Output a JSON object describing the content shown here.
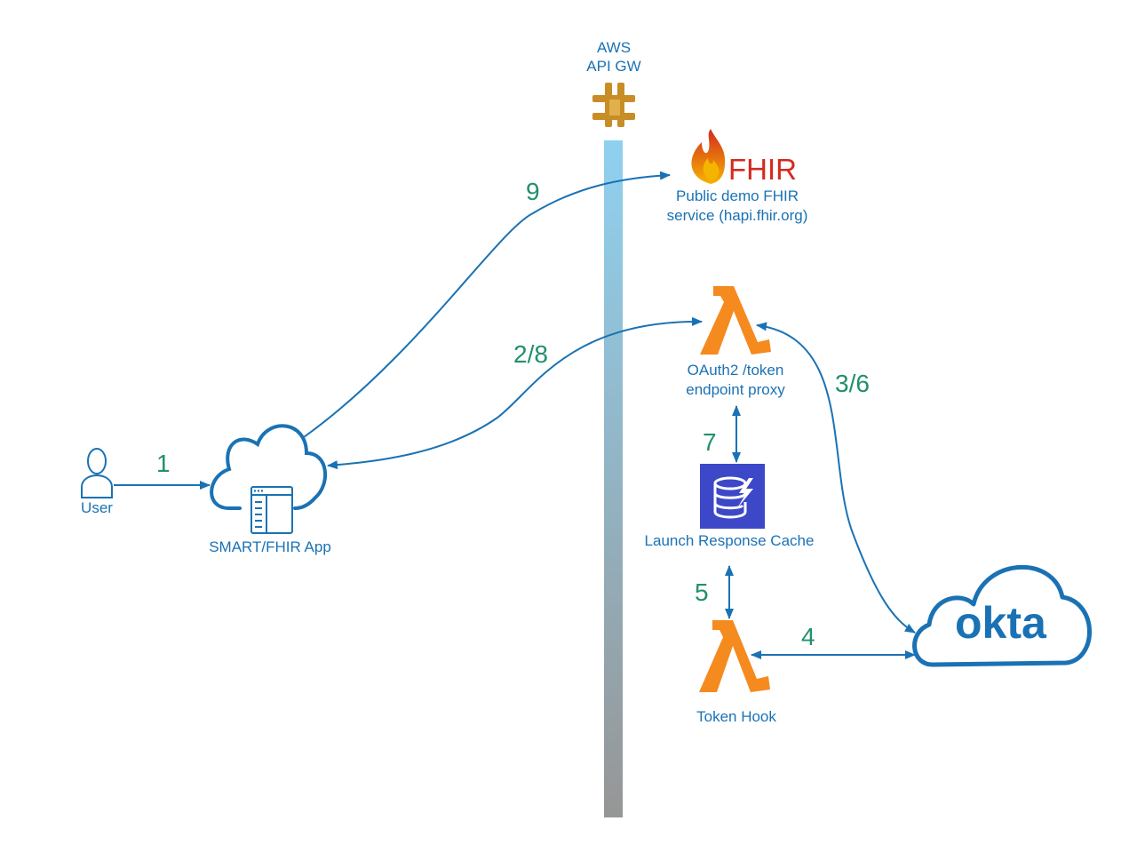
{
  "nodes": {
    "gateway": {
      "line1": "AWS",
      "line2": "API GW"
    },
    "fhir_service": {
      "logo_text": "FHIR",
      "line1": "Public demo FHIR",
      "line2": "service (hapi.fhir.org)"
    },
    "token_proxy": {
      "line1": "OAuth2 /token",
      "line2": "endpoint proxy"
    },
    "cache": {
      "label": "Launch Response Cache"
    },
    "token_hook": {
      "label": "Token Hook"
    },
    "user": {
      "label": "User"
    },
    "app": {
      "label": "SMART/FHIR App"
    },
    "okta": {
      "logo_text": "okta"
    }
  },
  "steps": {
    "s1": "1",
    "s2_8": "2/8",
    "s3_6": "3/6",
    "s4": "4",
    "s5": "5",
    "s7": "7",
    "s9": "9"
  },
  "colors": {
    "arrow": "#1a72b4",
    "step_text": "#22906a",
    "lambda": "#f58a1f",
    "dynamo": "#3d48c8",
    "gateway": "#c98d26",
    "fhir_red": "#d42a1f"
  }
}
